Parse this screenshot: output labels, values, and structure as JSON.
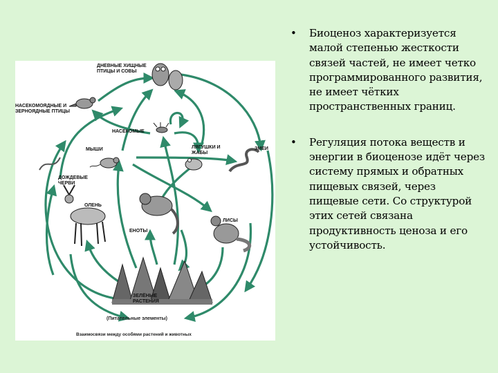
{
  "figure": {
    "labels": {
      "raptors": "Дневные хищные\nптицы и совы",
      "birds": "Насекомоядные и\nзерноядные птицы",
      "insects": "Насекомые",
      "mice": "Мыши",
      "frogs": "Лягушки и\nжабы",
      "snakes": "Змеи",
      "worms": "Дождевые\nчерви",
      "deer": "Олень",
      "foxes": "Лисы",
      "raccoons": "Еноты",
      "plants": "Зелёные\nрастения"
    },
    "nutrients": "(Питательные элементы)",
    "caption": "Взаимосвязи между особями растений и животных"
  },
  "bullets": [
    "Биоценоз характеризуется малой степенью жесткости связей частей, не имеет четко программированного развития, не имеет чётких пространственных границ.",
    "Регуляция потока веществ и энергии в биоценозе идёт через систему прямых и обратных пищевых связей, через пищевые сети. Со структурой этих сетей связана продуктивность ценоза и его устойчивость."
  ],
  "colors": {
    "background": "#dcf5d6",
    "arrows": "#2f8a6a"
  },
  "icons": [
    "owl-drawing",
    "bird-drawing",
    "insect-drawing",
    "mouse-drawing",
    "frog-drawing",
    "snake-drawing",
    "worm-drawing",
    "deer-drawing",
    "raccoon-drawing",
    "fox-drawing",
    "plants-drawing"
  ]
}
